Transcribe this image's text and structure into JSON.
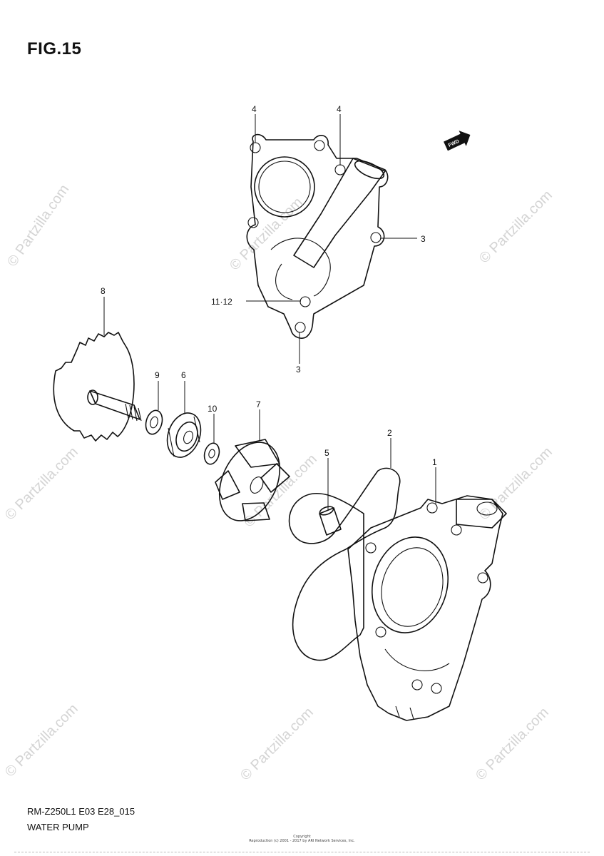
{
  "figure": {
    "title": "FIG.15",
    "model_code": "RM-Z250L1 E03 E28_015",
    "section_name": "WATER PUMP",
    "copyright_line1": "Copyright",
    "copyright_line2": "Reproduction (c) 2001 - 2017 by ARI Network Services, Inc.",
    "fwd_label": "FWD"
  },
  "watermark": {
    "text": "© Partzilla.com"
  },
  "callouts": [
    {
      "id": "c4a",
      "label": "4"
    },
    {
      "id": "c4b",
      "label": "4"
    },
    {
      "id": "c3a",
      "label": "3"
    },
    {
      "id": "c1112",
      "label": "11·12"
    },
    {
      "id": "c3b",
      "label": "3"
    },
    {
      "id": "c8",
      "label": "8"
    },
    {
      "id": "c9",
      "label": "9"
    },
    {
      "id": "c6",
      "label": "6"
    },
    {
      "id": "c10",
      "label": "10"
    },
    {
      "id": "c7",
      "label": "7"
    },
    {
      "id": "c2",
      "label": "2"
    },
    {
      "id": "c5",
      "label": "5"
    },
    {
      "id": "c1",
      "label": "1"
    }
  ]
}
